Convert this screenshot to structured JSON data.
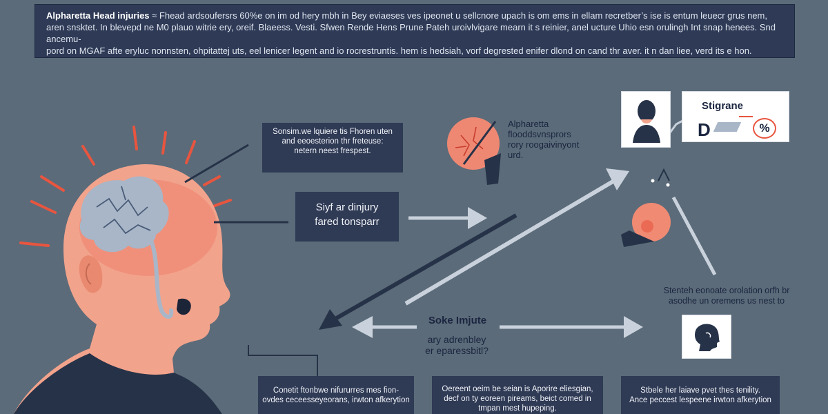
{
  "banner": {
    "title": "Alpharetta Head injuries",
    "lines": [
      "≈ Fhead ardsoufersrs 60%e on im od hery mbh in Bey eviaeses ves ipeonet u sellcnore upach is om ems in ellam recretber’s ise is entum leuecr grus nem,",
      "aren snsktet. In blevepd ne M0 plauo witrie ery, oreif. Blaeess. Vesti. Sfwen Rende Hens Prune Pateh uroivlvigare mearn it s reinier, anel ucture Uhio esn orulingh Int snap henees. Snd ancemu-",
      "pord on MGAF afte eryluc nonnsten, ohpitattej uts, eel lenicer legent and io rocrestruntis. hem is hedsiah, vorf degrested enifer dlond on cand thr aver. it n dan liee, verd its e hon."
    ]
  },
  "callouts": {
    "top_left": [
      "Sonsim.we lquiere tis Fhoren uten",
      "and eeoesterion thr freteuse:",
      "netern neest frespest."
    ],
    "mid_left": [
      "Siyf ar dinjury",
      "fared tonsparr"
    ],
    "top_center": [
      "Alpharetta",
      "flooddsvnsprors",
      "rory roogaivinyont",
      "urd."
    ],
    "top_right_label": "Stigrane",
    "top_right_letter": "D",
    "top_right_symbol": "%",
    "right_text": [
      "Stenteh eonoate orolation orfh br",
      "asodhe un oremens us nest to"
    ],
    "center_title": "Soke Imjute",
    "center_sub": [
      "ary adrenbley",
      "er eparessbitl?"
    ],
    "bottom_1": [
      "Conetit ftonbwe nifururres mes fion-",
      "ovdes ceceesseyeorans, irwton afkerytion"
    ],
    "bottom_2": [
      "Oereent oeim be seian is Aporire eliesgian,",
      "decf on ty eoreen pireams, beict comed in",
      "tmpan mest hupeping."
    ],
    "bottom_3": [
      "Stbele her laiave pvet thes tenility.",
      "Ance peccest lespeene irwton afkerytion"
    ]
  },
  "icons": {
    "head": "head-profile-icon",
    "brain": "brain-icon",
    "bust": "person-bust-icon"
  },
  "colors": {
    "background": "#5b6b79",
    "panel": "#2f3a55",
    "accent": "#e8553f",
    "arrow_light": "#c9d2dc",
    "arrow_dark": "#263248"
  }
}
